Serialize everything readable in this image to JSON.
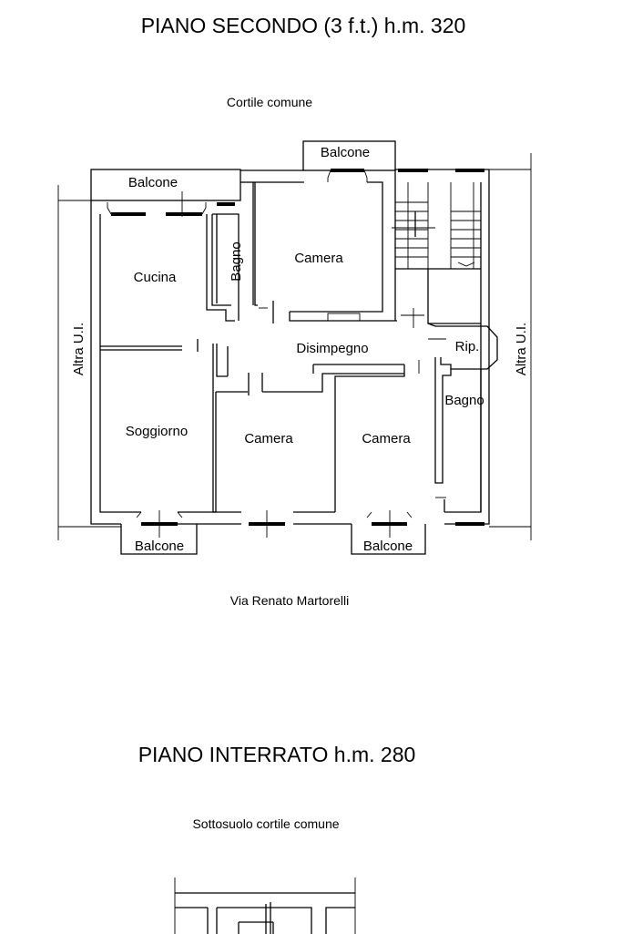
{
  "floor_upper": {
    "title": "PIANO  SECONDO (3 f.t.)  h.m. 320",
    "top_label": "Cortile comune",
    "bottom_label": "Via Renato Martorelli",
    "left_neighbor": "Altra U.I.",
    "right_neighbor": "Altra U.I.",
    "rooms": {
      "balcone_top_left": "Balcone",
      "balcone_top_center": "Balcone",
      "cucina": "Cucina",
      "bagno_left": "Bagno",
      "camera_top": "Camera",
      "disimpegno": "Disimpegno",
      "rip": "Rip.",
      "bagno_right": "Bagno",
      "soggiorno": "Soggiorno",
      "camera_bottom_left": "Camera",
      "camera_bottom_right": "Camera",
      "balcone_bottom_left": "Balcone",
      "balcone_bottom_right": "Balcone"
    }
  },
  "floor_basement": {
    "title": "PIANO  INTERRATO  h.m. 280",
    "top_label": "Sottosuolo cortile comune"
  }
}
